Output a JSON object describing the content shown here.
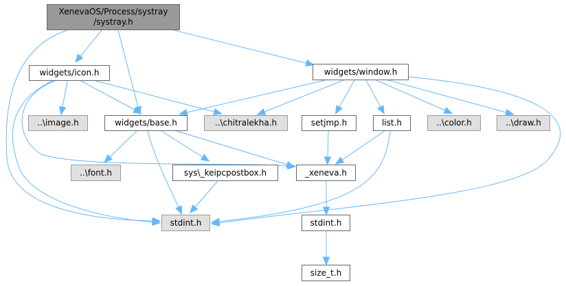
{
  "title": "XenevaOS/Process/systray/systray.h include dependency graph",
  "colors": {
    "edge": "#63b8ff",
    "root_fill": "#999999",
    "documented_fill": "#ffffff",
    "undocumented_fill": "#e0e0e0",
    "border": "#666666"
  },
  "nodes": {
    "systray": {
      "label": "XenevaOS/Process/systray\n/systray.h",
      "kind": "root"
    },
    "icon": {
      "label": "widgets/icon.h",
      "kind": "documented"
    },
    "window": {
      "label": "widgets/window.h",
      "kind": "documented"
    },
    "image": {
      "label": "..\\image.h",
      "kind": "external"
    },
    "base": {
      "label": "widgets/base.h",
      "kind": "documented"
    },
    "chitralekha": {
      "label": "..\\chitralekha.h",
      "kind": "external"
    },
    "setjmp": {
      "label": "setjmp.h",
      "kind": "documented"
    },
    "list": {
      "label": "list.h",
      "kind": "documented"
    },
    "color": {
      "label": "..\\color.h",
      "kind": "external"
    },
    "draw": {
      "label": "..\\draw.h",
      "kind": "external"
    },
    "font": {
      "label": "..\\font.h",
      "kind": "external"
    },
    "keipc": {
      "label": "sys\\_keipcpostbox.h",
      "kind": "documented"
    },
    "xeneva": {
      "label": "_xeneva.h",
      "kind": "documented"
    },
    "stdint_ext": {
      "label": "stdint.h",
      "kind": "external"
    },
    "stdint": {
      "label": "stdint.h",
      "kind": "documented"
    },
    "size_t": {
      "label": "size_t.h",
      "kind": "documented"
    }
  },
  "edges": [
    [
      "systray",
      "icon"
    ],
    [
      "systray",
      "base"
    ],
    [
      "systray",
      "window"
    ],
    [
      "systray",
      "stdint_ext"
    ],
    [
      "icon",
      "image"
    ],
    [
      "icon",
      "base"
    ],
    [
      "icon",
      "chitralekha"
    ],
    [
      "icon",
      "xeneva"
    ],
    [
      "icon",
      "stdint_ext"
    ],
    [
      "window",
      "base"
    ],
    [
      "window",
      "chitralekha"
    ],
    [
      "window",
      "setjmp"
    ],
    [
      "window",
      "list"
    ],
    [
      "window",
      "color"
    ],
    [
      "window",
      "draw"
    ],
    [
      "window",
      "stdint_ext"
    ],
    [
      "base",
      "font"
    ],
    [
      "base",
      "keipc"
    ],
    [
      "base",
      "xeneva"
    ],
    [
      "base",
      "stdint_ext"
    ],
    [
      "keipc",
      "stdint_ext"
    ],
    [
      "setjmp",
      "xeneva"
    ],
    [
      "list",
      "xeneva"
    ],
    [
      "list",
      "stdint_ext"
    ],
    [
      "xeneva",
      "stdint"
    ],
    [
      "stdint",
      "size_t"
    ]
  ]
}
